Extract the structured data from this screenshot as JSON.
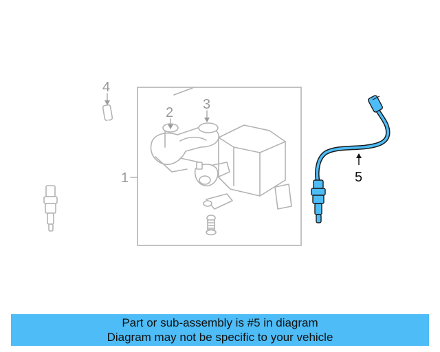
{
  "diagram": {
    "callouts": [
      {
        "id": "1",
        "label": "1"
      },
      {
        "id": "2",
        "label": "2"
      },
      {
        "id": "3",
        "label": "3"
      },
      {
        "id": "4",
        "label": "4"
      },
      {
        "id": "5",
        "label": "5"
      }
    ],
    "highlight_part": "5",
    "colors": {
      "line_gray": "#b3b3b3",
      "highlight_blue": "#4dbcf7",
      "highlight_outline": "#1a1a1a",
      "callout_gray": "#9a9a9a",
      "callout_dark": "#111111"
    }
  },
  "caption": {
    "line1": "Part or sub-assembly is #5 in diagram",
    "line2": "Diagram may not be specific to your vehicle"
  }
}
